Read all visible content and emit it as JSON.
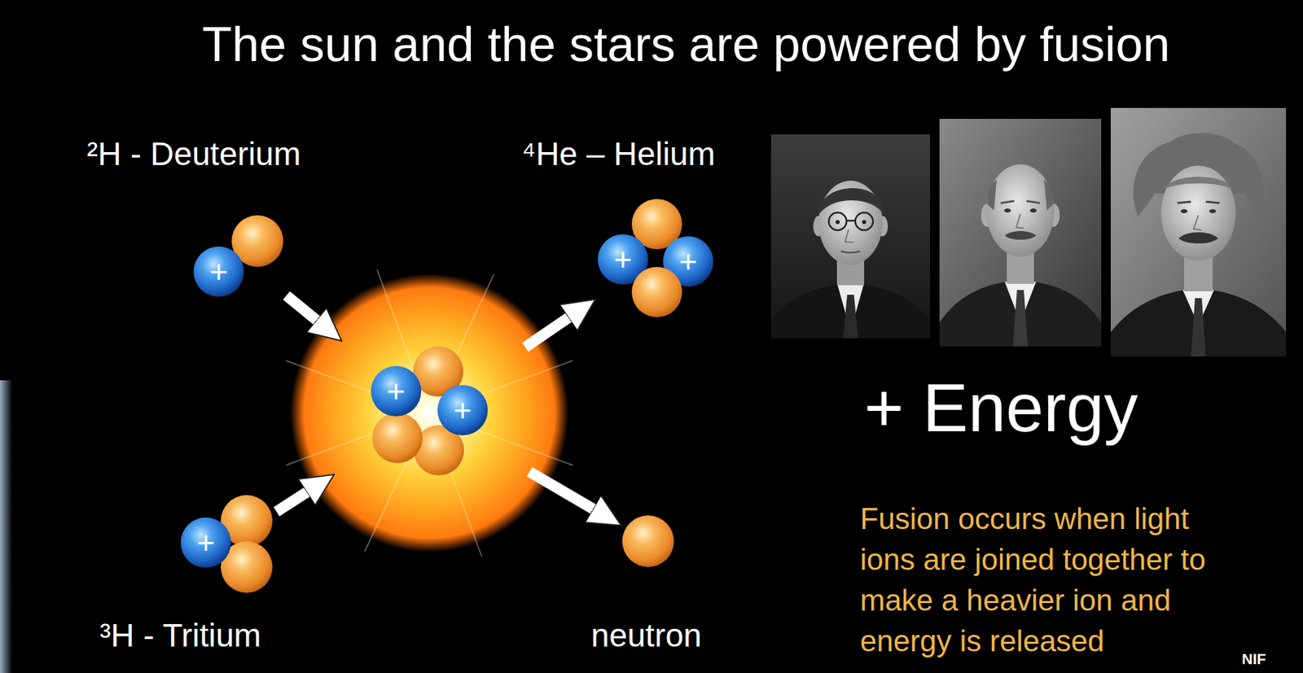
{
  "diagram": {
    "title": "The sun and the stars are powered by fusion",
    "nodes": [
      {
        "text": [
          "²H - Deuterium",
          "+"
        ]
      },
      {
        "text": [
          "³H - Tritium",
          "+"
        ]
      },
      {
        "text": [
          "+",
          "+"
        ]
      },
      {
        "text": [
          "⁴He – Helium",
          "+",
          "+"
        ]
      },
      {
        "text": [
          "neutron"
        ]
      }
    ],
    "edges": [
      {
        "from": 0,
        "to": 2,
        "arrow": "to"
      },
      {
        "from": 1,
        "to": 2,
        "arrow": "to"
      },
      {
        "from": 2,
        "to": 3,
        "arrow": "to"
      },
      {
        "from": 2,
        "to": 4,
        "arrow": "to"
      }
    ],
    "labels": [
      "+ Energy",
      "Fusion occurs when light ions are joined together to make a heavier ion and energy is released",
      "NIF"
    ]
  }
}
